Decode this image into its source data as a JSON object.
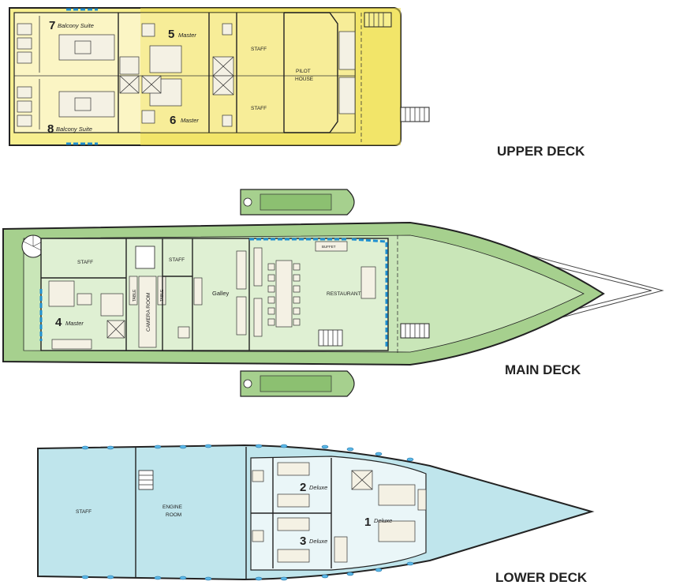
{
  "decks": {
    "upper": {
      "title": "UPPER DECK",
      "rooms": {
        "cabin7_num": "7",
        "cabin7_name": "Balcony Suite",
        "cabin8_num": "8",
        "cabin8_name": "Balcony Suite",
        "cabin5_num": "5",
        "cabin5_name": "Master",
        "cabin6_num": "6",
        "cabin6_name": "Master",
        "staff_a": "STAFF",
        "staff_b": "STAFF",
        "pilot_1": "PILOT",
        "pilot_2": "HOUSE"
      }
    },
    "main": {
      "title": "MAIN DECK",
      "rooms": {
        "staff_a": "STAFF",
        "staff_b": "STAFF",
        "cabin4_num": "4",
        "cabin4_name": "Master",
        "camera_room": "CAMERA ROOM",
        "table_a": "TABLE",
        "table_b": "TABLE",
        "galley": "Galley",
        "restaurant": "RESTAURANT",
        "buffet": "BUFFET"
      }
    },
    "lower": {
      "title": "LOWER DECK",
      "rooms": {
        "staff": "STAFF",
        "engine_1": "ENGINE",
        "engine_2": "ROOM",
        "cabin2_num": "2",
        "cabin2_name": "Deluxe",
        "cabin3_num": "3",
        "cabin3_name": "Deluxe",
        "cabin1_num": "1",
        "cabin1_name": "Deluxe"
      }
    }
  },
  "colors": {
    "upper_fill": "#f7ef8f",
    "upper_dark": "#eedd4a",
    "main_fill": "#c9e6b8",
    "main_dark": "#a6d08e",
    "lower_fill": "#bfe5ec",
    "cabin_fill": "#eaf6f8",
    "window_blue": "#1f8fd0"
  }
}
